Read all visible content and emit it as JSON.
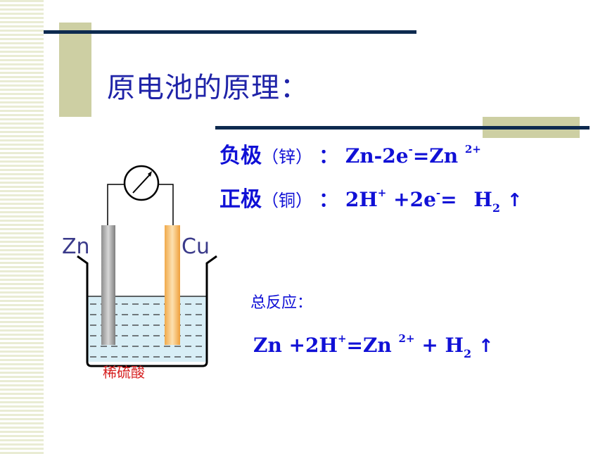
{
  "title": "原电池的原理：",
  "negative": {
    "label": "负极",
    "paren": "（锌）",
    "colon": "：",
    "eq_main": "Zn-2e",
    "eq_sup1": "-",
    "eq_rest": "=Zn",
    "eq_sup2": "2+"
  },
  "positive": {
    "label": "正极",
    "paren": "（铜）",
    "colon": "：",
    "eq_main": "2H",
    "eq_sup1": "+",
    "eq_mid": "+2e",
    "eq_sup2": "-",
    "eq_rest": "=",
    "eq_h": "H",
    "eq_sub": "2",
    "arrow": "↑"
  },
  "total": {
    "label": "总反应：",
    "eq_a": "Zn +2H",
    "eq_sup1": "+",
    "eq_b": "=Zn",
    "eq_sup2": "2+",
    "eq_c": "+ H",
    "eq_sub": "2",
    "arrow": "↑"
  },
  "diagram": {
    "zn_label": "Zn",
    "cu_label": "Cu",
    "acid_label": "稀硫酸"
  }
}
